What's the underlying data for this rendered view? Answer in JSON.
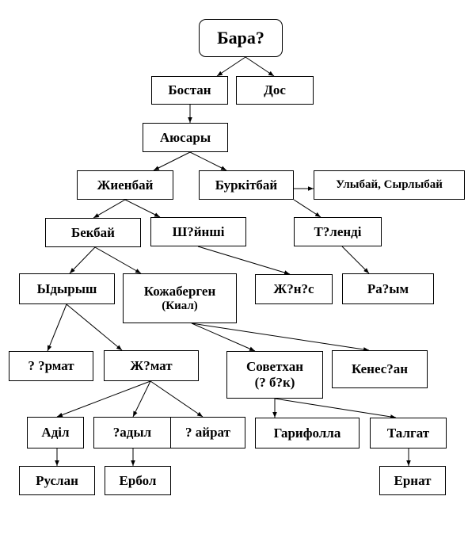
{
  "diagram": {
    "nodes": {
      "root": "Бара?",
      "bostan": "Бостан",
      "dos": "Дос",
      "ayusary": "Аюсары",
      "zhienbay": "Жиенбай",
      "burkitbay": "Буркітбай",
      "ulybay": "Улыбай, Сырлыбай",
      "bekbay": "Бекбай",
      "shyinshi": "Ш?йнші",
      "tolendi": "Т?ленді",
      "ydyrysh": "Ыдырыш",
      "kozhabergen": "Кожаберген",
      "kozhabergen_sub": "(Киал)",
      "zhunis": "Ж?н?с",
      "rahym": "Ра?ым",
      "kurmat": "? ?рмат",
      "zhumat": "Ж?мат",
      "sovetkhan": "Советхан",
      "sovetkhan_sub": "(? б?к)",
      "kenesan": "Кенес?ан",
      "adil": "Аділ",
      "kadyl": "?адыл",
      "kayrat": "? айрат",
      "garifolla": "Гарифолла",
      "talgat": "Талгат",
      "ruslan": "Руслан",
      "erbol": "Ербол",
      "ernat": "Ернат"
    }
  }
}
